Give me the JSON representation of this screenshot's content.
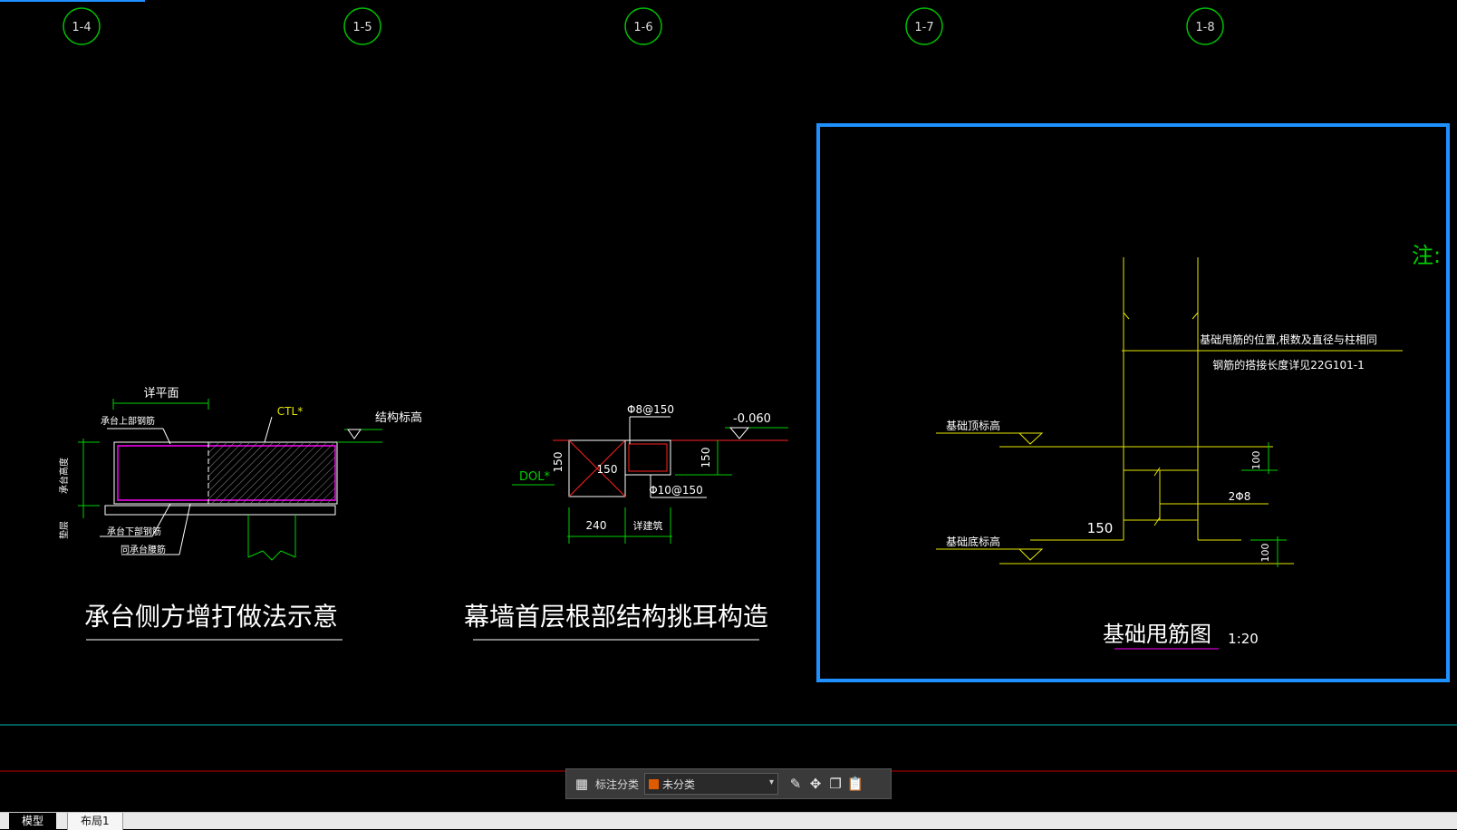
{
  "colors": {
    "background": "#000000",
    "axis_bubble": "#00c000",
    "drawing_green": "#00d000",
    "drawing_white": "#ffffff",
    "drawing_yellow": "#e6e600",
    "magenta": "#ff00ff",
    "red": "#ff2020",
    "selection_blue": "#1e90ff",
    "cyan_line": "#00b4b4",
    "category_swatch": "#e05a00"
  },
  "axis_bubbles": [
    "1-4",
    "1-5",
    "1-6",
    "1-7",
    "1-8"
  ],
  "detail1": {
    "top_note": "详平面",
    "label_ctl": "CTL*",
    "label_struct_elev": "结构标高",
    "label_top_rebar": "承台上部钢筋",
    "label_side_height": "承台高度",
    "label_cushion": "垫层",
    "label_bottom_rebar": "承台下部钢筋",
    "label_side_rebar": "同承台腰筋",
    "title": "承台侧方增打做法示意"
  },
  "detail2": {
    "label_stirrup": "Φ8@150",
    "label_elev": "-0.060",
    "label_dim150_left": "150",
    "label_dim150_center": "150",
    "label_dim150_right": "150",
    "label_dol": "DOL*",
    "label_bar": "Φ10@150",
    "label_dim240": "240",
    "label_see_arch": "详建筑",
    "title": "幕墙首层根部结构挑耳构造"
  },
  "detail3": {
    "note_line1": "基础甩筋的位置,根数及直径与柱相同",
    "note_line2": "钢筋的搭接长度详见22G101-1",
    "label_top_elev": "基础顶标高",
    "label_bottom_elev": "基础底标高",
    "label_dim100_top": "100",
    "label_dim100_bottom": "100",
    "label_rebar": "2Φ8",
    "label_dim150": "150",
    "title": "基础甩筋图",
    "scale": "1:20"
  },
  "side_note": "注:",
  "toolbar": {
    "grid_icon": "grid-icon",
    "category_label": "标注分类",
    "category_value": "未分类",
    "edit_icon": "edit-icon",
    "move_icon": "move-icon",
    "copy_icon": "copy-icon",
    "paste_icon": "paste-icon"
  },
  "tabs": {
    "model": "模型",
    "layout1": "布局1"
  }
}
